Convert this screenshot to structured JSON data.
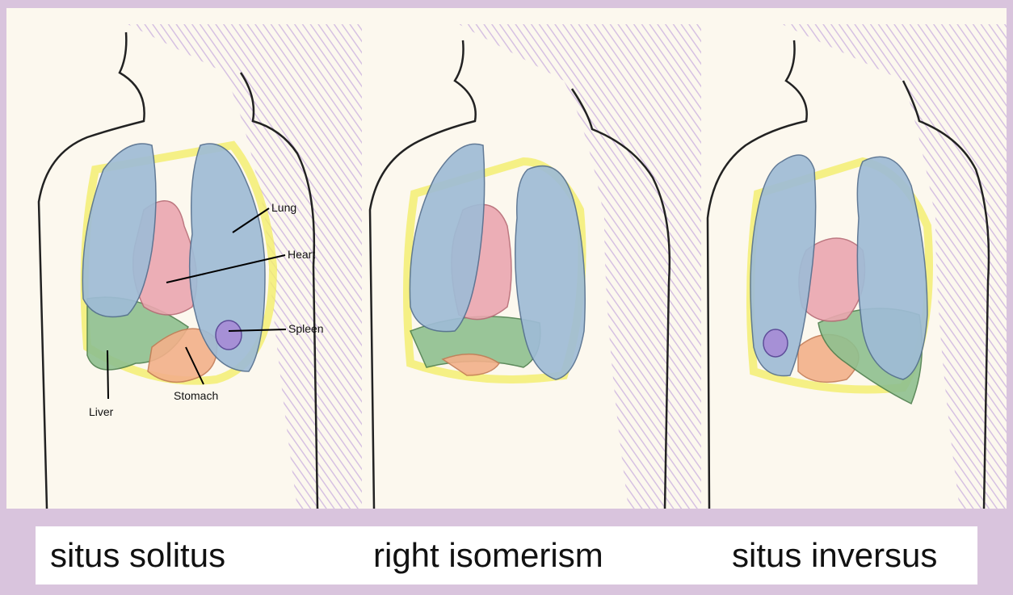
{
  "panels": [
    {
      "caption": "situs solitus"
    },
    {
      "caption": "right isomerism"
    },
    {
      "caption": "situs inversus"
    }
  ],
  "labels": {
    "lung": "Lung",
    "heart": "Heart",
    "spleen": "Spleen",
    "stomach": "Stomach",
    "liver": "Liver"
  },
  "colors": {
    "background_border": "#d9c4dd",
    "paper": "#fcf8ee",
    "lung": "#9fbcd6",
    "heart": "#eba7b0",
    "liver": "#8fc08f",
    "stomach": "#f3b08a",
    "spleen": "#a690d6",
    "yellow_outline": "#f2ee6a",
    "shading_purple": "#c9aede"
  }
}
